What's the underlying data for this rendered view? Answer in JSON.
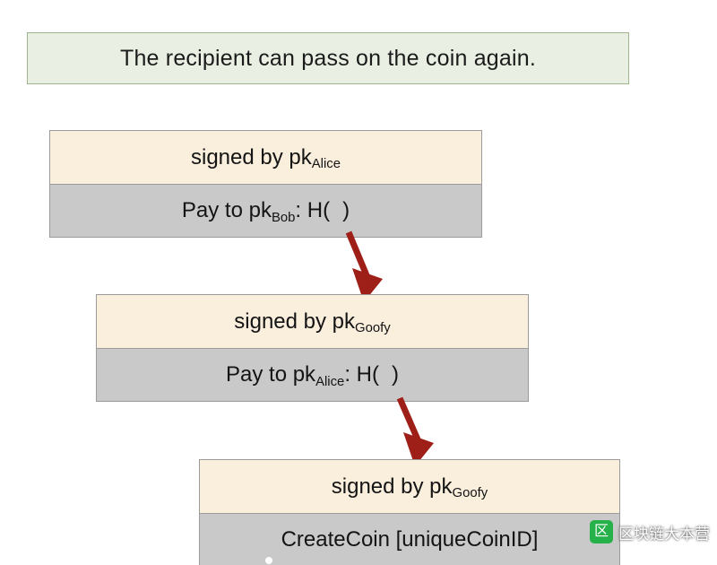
{
  "banner": {
    "text": "The recipient can pass on the coin again."
  },
  "transactions": [
    {
      "id": "tx-alice-to-bob",
      "signature": {
        "prefix": "signed by pk",
        "sub": "Alice"
      },
      "payment": {
        "prefix": "Pay to pk",
        "sub": "Bob",
        "suffix": " : H(",
        "tail": ")"
      }
    },
    {
      "id": "tx-goofy-to-alice",
      "signature": {
        "prefix": "signed by pk",
        "sub": "Goofy"
      },
      "payment": {
        "prefix": "Pay to pk",
        "sub": "Alice",
        "suffix": " : H(",
        "tail": ")"
      }
    },
    {
      "id": "tx-create-coin",
      "signature": {
        "prefix": "signed by pk",
        "sub": "Goofy"
      },
      "payment": {
        "prefix": "CreateCoin [uniqueCoinID]",
        "sub": "",
        "suffix": "",
        "tail": ""
      }
    }
  ],
  "arrows": [
    {
      "name": "arrow-tx1-to-tx2",
      "from": "tx-alice-to-bob-hash",
      "to": "tx-goofy-to-alice"
    },
    {
      "name": "arrow-tx2-to-tx3",
      "from": "tx-goofy-to-alice-hash",
      "to": "tx-create-coin"
    }
  ],
  "watermark": {
    "logo_glyph": "区",
    "text": "区块链大本营"
  },
  "colors": {
    "banner_bg": "#e9f0e3",
    "banner_border": "#9fb48e",
    "sig_row_bg": "#faeedd",
    "pay_row_bg": "#c9c9c9",
    "box_border": "#9b9b9b",
    "arrow": "#9e1f18",
    "watermark_green": "#27b14b"
  }
}
